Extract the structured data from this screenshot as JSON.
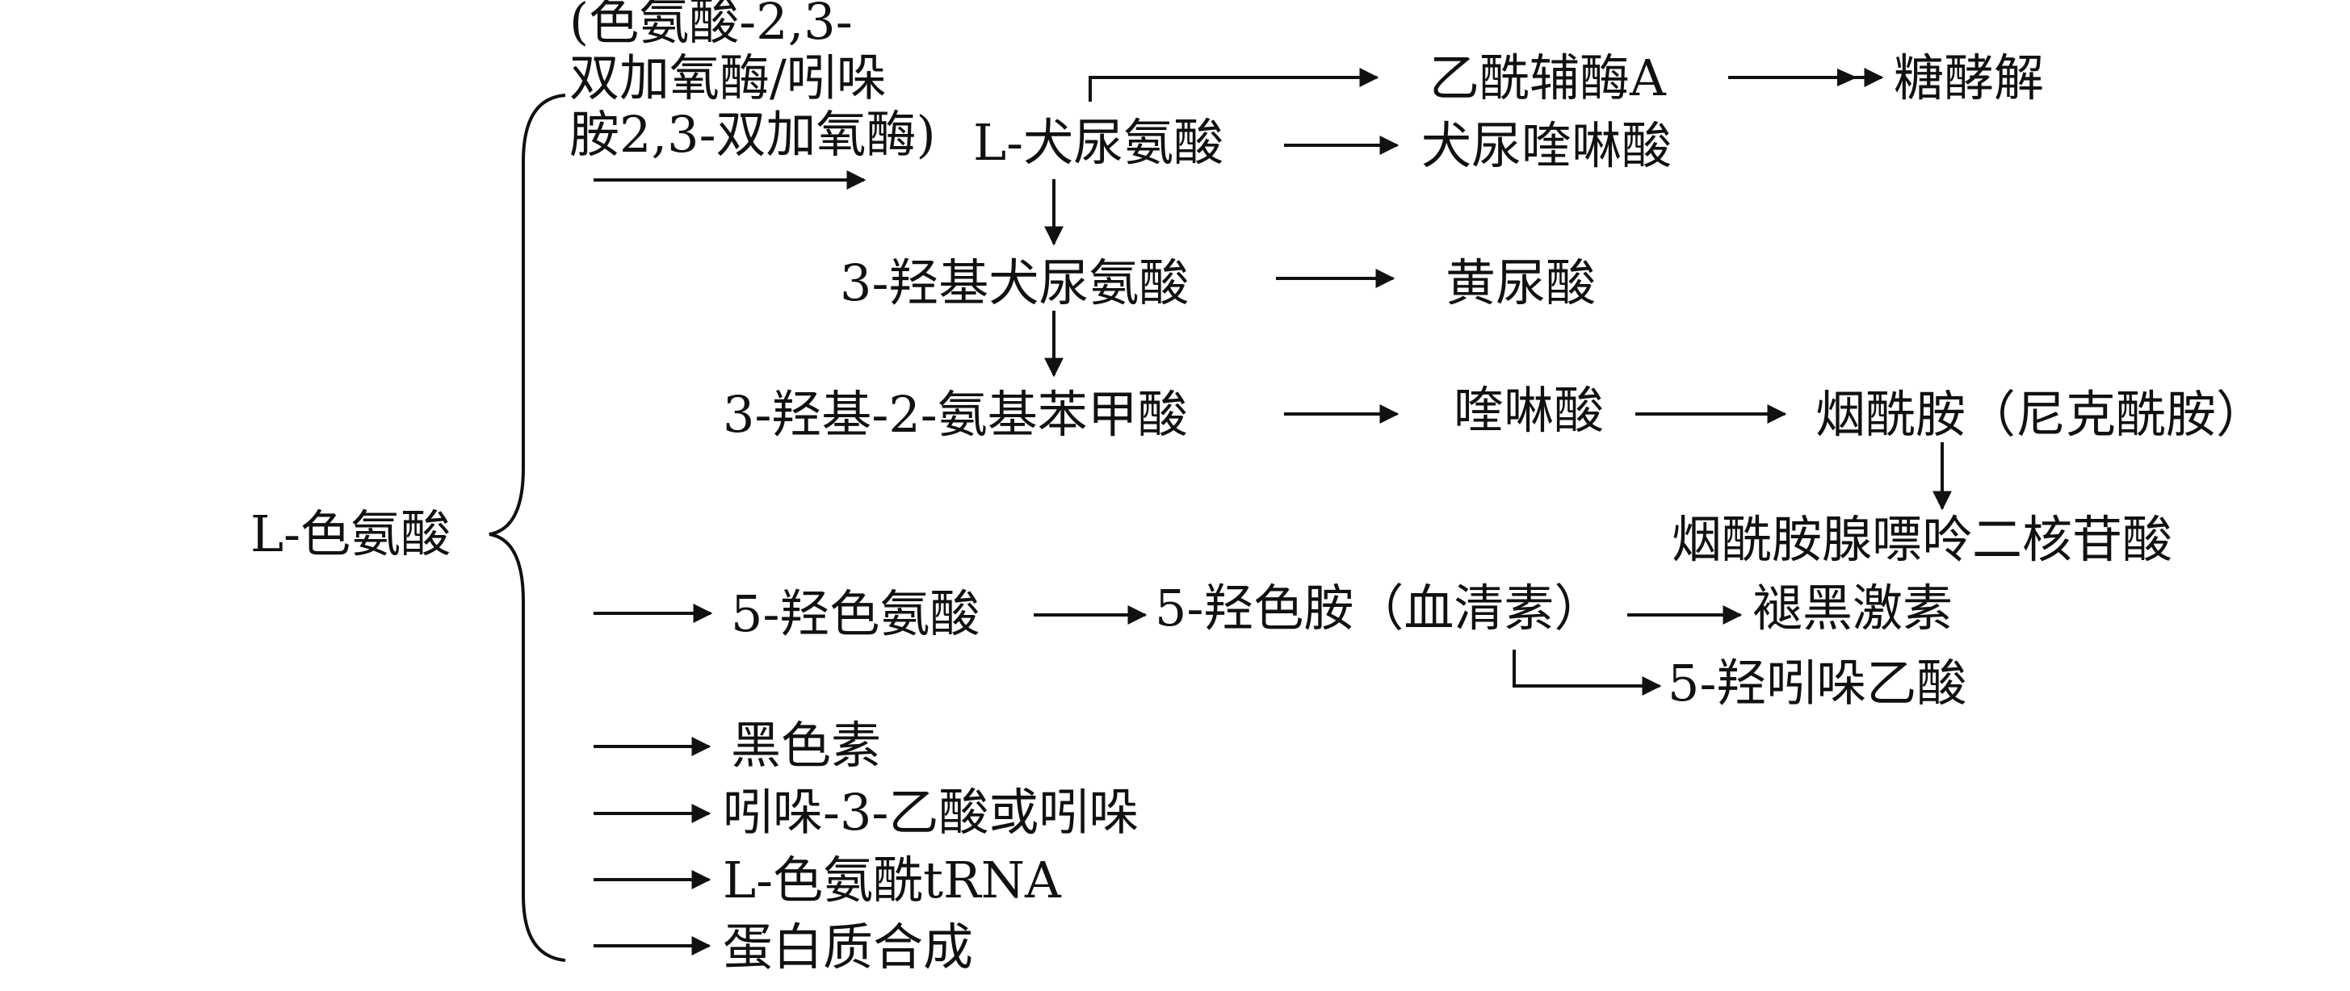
{
  "root": {
    "prefix": "L",
    "label": "-色氨酸"
  },
  "enzyme_note": {
    "line1": "(色氨酸-2,3-",
    "line2": "双加氧酶/吲哚",
    "line3": "胺2,3-双加氧酶)"
  },
  "kynurenine": {
    "prefix": "L",
    "label": "-犬尿氨酸"
  },
  "nodes": {
    "acetyl_coa": "乙酰辅酶A",
    "glycolysis": "糖酵解",
    "kynurenic_acid": "犬尿喹啉酸",
    "hydroxykynurenine": "3-羟基犬尿氨酸",
    "xanthurenic_acid": "黄尿酸",
    "hydroxyanthranilic_acid": "3-羟基-2-氨基苯甲酸",
    "quinolinic_acid": "喹啉酸",
    "nicotinamide": "烟酰胺（尼克酰胺）",
    "nad": "烟酰胺腺嘌呤二核苷酸",
    "hydroxytryptophan": "5-羟色氨酸",
    "serotonin": "5-羟色胺（血清素）",
    "melatonin": "褪黑激素",
    "hiaa": "5-羟吲哚乙酸",
    "melanin": "黑色素",
    "indole": "吲哚-3-乙酸或吲哚"
  },
  "trna": {
    "prefix": "L",
    "label": "-色氨酰tRNA"
  },
  "protein_synthesis": "蛋白质合成"
}
